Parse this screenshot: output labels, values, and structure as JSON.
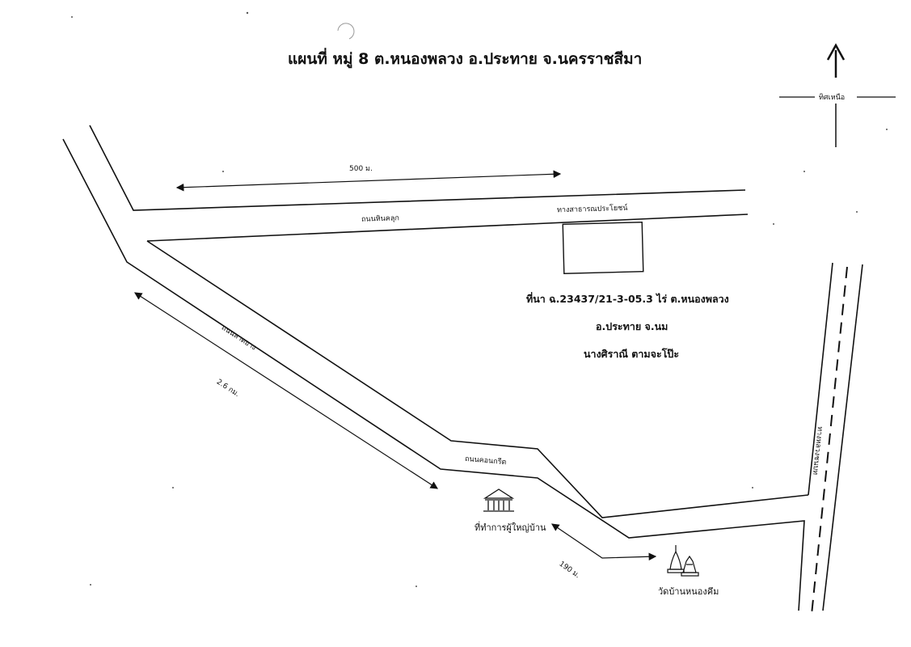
{
  "title": "แผนที่ หมู่ 8 ต.หนองพลวง อ.ประทาย จ.นครราชสีมา",
  "north_label": "ทิศเหนือ",
  "roads": {
    "hin_khluk": "ถนนหินคลุก",
    "lat_yang": "ถนนลาดยาง",
    "concrete": "ถนนคอนกรีต",
    "nong_khuem": "ทางหลวงชนบท"
  },
  "public_way": "ทางสาธารณประโยชน์",
  "distances": {
    "top": "500 ม.",
    "left": "2.6 กม.",
    "bottom": "190 ม."
  },
  "parcel_info": {
    "line1": "ที่นา ฉ.23437/21-3-05.3 ไร่ ต.หนองพลวง",
    "line2": "อ.ประทาย จ.นม",
    "line3": "นางศิราณี ตามจะโป๊ะ"
  },
  "landmarks": {
    "village_office": "ที่ทำการผู้ใหญ่บ้าน",
    "temple": "วัดบ้านหนองคึม"
  },
  "icons": {
    "north_arrow": "north-arrow-icon",
    "village_office": "building-icon",
    "temple": "temple-icon"
  }
}
